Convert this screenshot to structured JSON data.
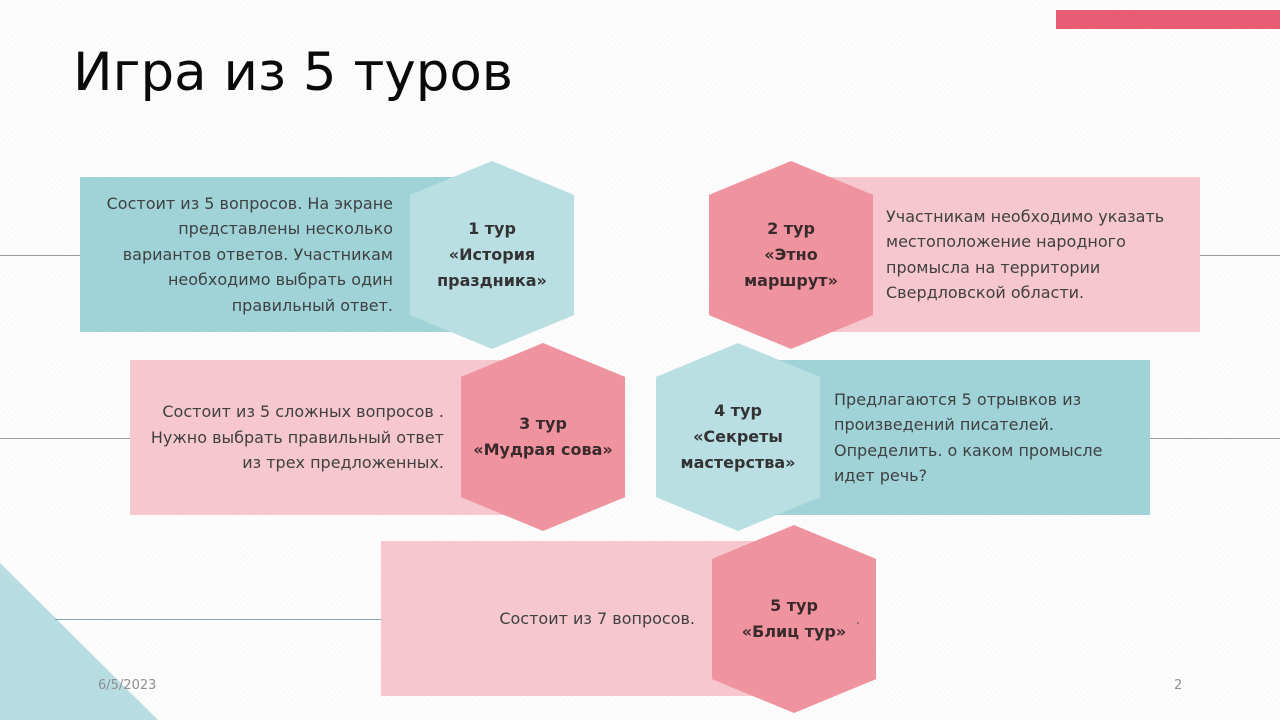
{
  "slide": {
    "title": "Игра из 5 туров",
    "footer": {
      "date": "6/5/2023",
      "page_number": "2"
    },
    "colors": {
      "accent_bar": "#e85c74",
      "teal_rect": "#9fd3d8",
      "teal_hex": "#b9dfe3",
      "pink_rect": "#f6c7cf",
      "pink_hex": "#ef939f"
    },
    "rounds": [
      {
        "label": "1 тур\n«История\nпраздника»",
        "description": "Состоит из 5 вопросов. На экране представлены несколько вариантов ответов. Участникам необходимо выбрать один правильный ответ.",
        "color": "teal"
      },
      {
        "label": "2 тур\n«Этно\nмаршрут»",
        "description": "Участникам необходимо указать местоположение народного промысла на территории Свердловской области.",
        "color": "pink"
      },
      {
        "label": "3 тур\n«Мудрая сова»",
        "description": "Состоит из 5 сложных вопросов . Нужно выбрать правильный ответ из трех предложенных.",
        "color": "pink"
      },
      {
        "label": "4 тур\n«Секреты\nмастерства»",
        "description": "Предлагаются 5 отрывков из произведений писателей. Определить. о каком промысле идет речь?",
        "color": "teal"
      },
      {
        "label": "5 тур\n«Блиц тур»",
        "description": "Состоит из 7 вопросов.",
        "color": "pink"
      }
    ],
    "stray_mark": "."
  }
}
